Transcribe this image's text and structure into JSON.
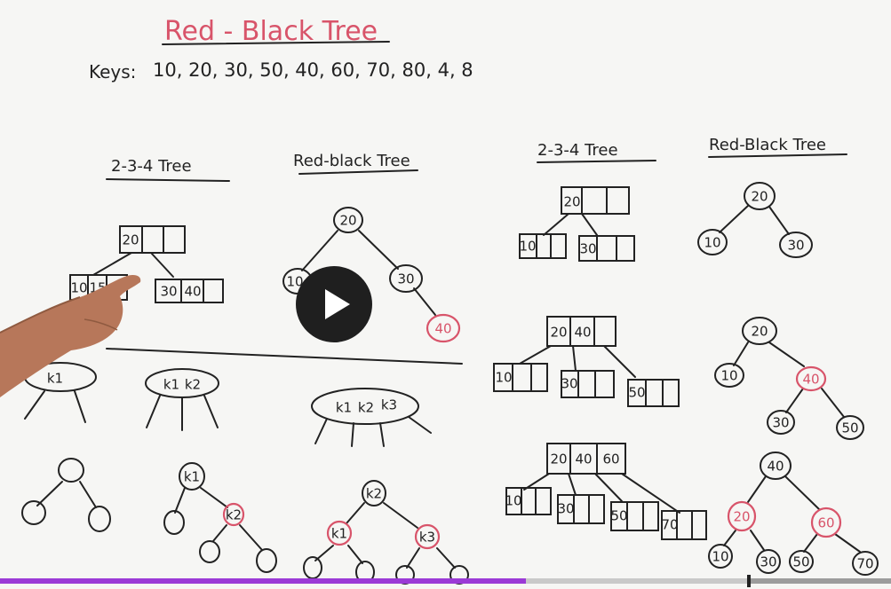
{
  "title": "Red - Black Tree",
  "keys_label": "Keys:",
  "keys_values": "10, 20, 30, 50, 40, 60, 70, 80, 4, 8",
  "left_section": {
    "heading_234": "2-3-4 Tree",
    "heading_rb": "Red-black Tree",
    "node_234_root": "20",
    "node_234_left_a": "10",
    "node_234_left_b": "15",
    "node_234_right_a": "30",
    "node_234_right_b": "40",
    "rb_root": "20",
    "rb_left": "10",
    "rb_right": "30",
    "rb_right_child": "40"
  },
  "bottom_section": {
    "k1": "k1",
    "k1k2_a": "k1",
    "k1k2_b": "k2",
    "k1k2k3_a": "k1",
    "k1k2k3_b": "k2",
    "k1k2k3_c": "k3",
    "tree2_root": "k1",
    "tree2_red": "k2",
    "tree3_root": "k2",
    "tree3_left": "k1",
    "tree3_right": "k3"
  },
  "right_section": {
    "heading_234": "2-3-4 Tree",
    "heading_rb": "Red-Black Tree",
    "s1_root": "20",
    "s1_left": "10",
    "s1_right": "30",
    "s1_rb_root": "20",
    "s1_rb_left": "10",
    "s1_rb_right": "30",
    "s2_root_a": "20",
    "s2_root_b": "40",
    "s2_c1": "10",
    "s2_c2": "30",
    "s2_c3": "50",
    "s2_rb_root": "20",
    "s2_rb_left": "10",
    "s2_rb_red": "40",
    "s2_rb_rl": "30",
    "s2_rb_rr": "50",
    "s3_root_a": "20",
    "s3_root_b": "40",
    "s3_root_c": "60",
    "s3_c1": "10",
    "s3_c2": "30",
    "s3_c3": "50",
    "s3_c4": "70",
    "s3_rb_root": "40",
    "s3_rb_red_l": "20",
    "s3_rb_red_r": "60",
    "s3_rb_ll": "10",
    "s3_rb_lr": "30",
    "s3_rb_rl": "50",
    "s3_rb_rr": "70"
  },
  "player": {
    "play_icon": "play-icon",
    "progress_fraction": 0.59,
    "buffer_fraction": 0.84,
    "accent": "#9b3ad6"
  }
}
